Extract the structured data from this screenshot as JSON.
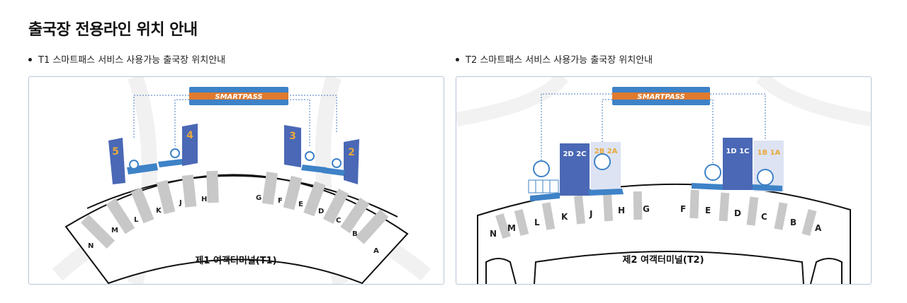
{
  "page_title": "출국장 전용라인 위치 안내",
  "t1": {
    "heading": "T1 스마트패스 서비스 사용가능 출국장 위치안내",
    "banner": "SMARTPASS",
    "towers": [
      "5",
      "4",
      "3",
      "2"
    ],
    "gates_left": [
      "N",
      "M",
      "L",
      "K",
      "J",
      "H"
    ],
    "gates_right": [
      "G",
      "F",
      "E",
      "D",
      "C",
      "B",
      "A"
    ],
    "terminal_label": "제1 여객터미널(T1)"
  },
  "t2": {
    "heading": "T2 스마트패스 서비스 사용가능 출국장 위치안내",
    "banner": "SMARTPASS",
    "towers": [
      "2D 2C",
      "2B 2A",
      "1D 1C",
      "1B 1A"
    ],
    "gates_left": [
      "N",
      "M",
      "L",
      "K",
      "J",
      "H",
      "G"
    ],
    "gates_right": [
      "F",
      "E",
      "D",
      "C",
      "B",
      "A"
    ],
    "terminal_label": "제2 여객터미널(T2)"
  },
  "colors": {
    "tower_blue": "#4a68b5",
    "tower_light": "#dde3f3",
    "banner_blue": "#3e82c7",
    "banner_orange": "#e07a2e",
    "gate_gray": "#c8c8c8",
    "accent_label": "#e8a93b"
  }
}
